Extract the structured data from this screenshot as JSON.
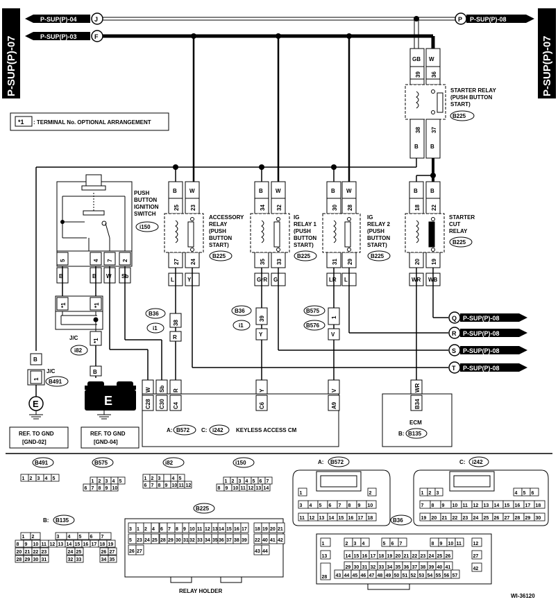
{
  "side_label": "P-SUP(P)-07",
  "top_wires": {
    "j_name": "P-SUP(P)-04",
    "j_circle": "J",
    "f_name": "P-SUP(P)-03",
    "f_circle": "F",
    "p_name": "P-SUP(P)-08",
    "p_circle": "P"
  },
  "note": {
    "mark": "*1",
    "text": ": TERMINAL No. OPTIONAL ARRANGEMENT"
  },
  "starter_relay": {
    "line1": "STARTER RELAY",
    "line2": "(PUSH BUTTON",
    "line3": "START)",
    "conn": "B225",
    "pins": [
      "39",
      "36",
      "38",
      "37"
    ],
    "wires_top": [
      "GB",
      "W"
    ],
    "wires_bot": [
      "B",
      "B"
    ]
  },
  "starter_cut": {
    "line1": "STARTER",
    "line2": "CUT",
    "line3": "RELAY",
    "conn": "B225",
    "pins": [
      "18",
      "22",
      "20",
      "19"
    ],
    "wires_top": [
      "B",
      "B"
    ],
    "wires_bot": [
      "WR",
      "WB"
    ]
  },
  "accessory_relay": {
    "line1": "ACCESSORY",
    "line2": "RELAY",
    "line3": "(PUSH",
    "line4": "BUTTON",
    "line5": "START)",
    "conn": "B225",
    "pins": [
      "25",
      "23",
      "27",
      "24"
    ],
    "wires_top": [
      "B",
      "W"
    ],
    "wires_bot": [
      "L",
      "Y"
    ]
  },
  "ig_relay1": {
    "line1": "IG",
    "line2": "RELAY 1",
    "line3": "(PUSH",
    "line4": "BUTTON",
    "line5": "START)",
    "conn": "B225",
    "pins": [
      "34",
      "32",
      "35",
      "33"
    ],
    "wires_top": [
      "B",
      "W"
    ],
    "wires_bot": [
      "GrR",
      "G"
    ]
  },
  "ig_relay2": {
    "line1": "IG",
    "line2": "RELAY 2",
    "line3": "(PUSH",
    "line4": "BUTTON",
    "line5": "START)",
    "conn": "B225",
    "pins": [
      "30",
      "28",
      "31",
      "29"
    ],
    "wires_top": [
      "B",
      "W"
    ],
    "wires_bot": [
      "LR",
      "L"
    ]
  },
  "push_switch": {
    "line1": "PUSH",
    "line2": "BUTTON",
    "line3": "IGNITION",
    "line4": "SWITCH",
    "conn": "i150",
    "pins": [
      "5",
      "4",
      "7",
      "2"
    ],
    "wires": [
      "B",
      "B",
      "W",
      "Sb"
    ]
  },
  "jc_left": {
    "label": "J/C",
    "conn": "B491",
    "pin": "1",
    "wire": "B",
    "ground": "E",
    "ref1": "REF. TO GND",
    "ref2": "[GND-02]"
  },
  "jc_mid": {
    "label": "J/C",
    "conn": "i82",
    "mark": "*1",
    "wire": "B",
    "ground": "E",
    "ref1": "REF. TO GND",
    "ref2": "[GND-04]"
  },
  "joint_b36a": {
    "conn1": "B36",
    "conn2": "i1",
    "pin": "38",
    "wire": "R"
  },
  "joint_b36b": {
    "conn1": "B36",
    "conn2": "i1",
    "pin": "39",
    "wire": "Y"
  },
  "joint_b575": {
    "conn1": "B575",
    "conn2": "B576",
    "pin": "1",
    "wire": "V"
  },
  "right_refs": [
    {
      "circle": "Q",
      "name": "P-SUP(P)-08"
    },
    {
      "circle": "R",
      "name": "P-SUP(P)-08"
    },
    {
      "circle": "S",
      "name": "P-SUP(P)-08"
    },
    {
      "circle": "T",
      "name": "P-SUP(P)-08"
    }
  ],
  "keyless": {
    "pins": [
      "C28",
      "C30",
      "C4",
      "C6",
      "A9"
    ],
    "wires": [
      "W",
      "Sb",
      "R",
      "Y",
      "V"
    ],
    "title_a": "A:",
    "conn_a": "B572",
    "title_c": "C:",
    "conn_c": "i242",
    "name": "KEYLESS ACCESS CM"
  },
  "ecm": {
    "pin": "B34",
    "wire": "WR",
    "name": "ECM",
    "prefix": "B:",
    "conn": "B135"
  },
  "connector_views": {
    "b491": {
      "name": "B491",
      "pins": [
        "1",
        "2",
        "3",
        "4",
        "5"
      ]
    },
    "b575": {
      "name": "B575",
      "row1": [
        "1",
        "2",
        "3",
        "4",
        "5"
      ],
      "row2": [
        "6",
        "7",
        "8",
        "9",
        "10"
      ]
    },
    "i82": {
      "name": "i82",
      "row1": [
        "1",
        "2",
        "3",
        "",
        "4",
        "5"
      ],
      "row2": [
        "6",
        "7",
        "8",
        "9",
        "10",
        "11",
        "12"
      ]
    },
    "i150": {
      "name": "i150",
      "row1": [
        "1",
        "2",
        "3",
        "4",
        "5",
        "6",
        "7"
      ],
      "row2": [
        "8",
        "9",
        "10",
        "11",
        "12",
        "13",
        "14"
      ]
    },
    "b572": {
      "prefix": "A:",
      "name": "B572",
      "row1": [
        "1",
        "2"
      ],
      "row2": [
        "3",
        "4",
        "5",
        "6",
        "7",
        "8",
        "9",
        "10"
      ],
      "row3": [
        "11",
        "12",
        "13",
        "14",
        "15",
        "16",
        "17",
        "18"
      ]
    },
    "i242": {
      "prefix": "C:",
      "name": "i242",
      "row1": [
        "1",
        "2",
        "3",
        "4",
        "5",
        "6"
      ],
      "row2": [
        "7",
        "8",
        "9",
        "10",
        "11",
        "12",
        "13",
        "14",
        "15",
        "16",
        "17",
        "18"
      ],
      "row3": [
        "19",
        "20",
        "21",
        "22",
        "23",
        "24",
        "25",
        "26",
        "27",
        "28",
        "29",
        "30"
      ]
    },
    "b135": {
      "prefix": "B:",
      "name": "B135",
      "rows": [
        [
          "1",
          "2",
          "",
          "3",
          "4",
          "5",
          "6",
          "7"
        ],
        [
          "8",
          "9",
          "10",
          "11",
          "12",
          "13",
          "14",
          "15",
          "16",
          "17",
          "18",
          "19"
        ],
        [
          "20",
          "21",
          "22",
          "23",
          "",
          "24",
          "25",
          "",
          "26",
          "27"
        ],
        [
          "28",
          "29",
          "30",
          "31",
          "",
          "32",
          "33",
          "",
          "34",
          "35"
        ]
      ]
    },
    "b225": {
      "name": "B225",
      "caption": "RELAY HOLDER",
      "groups": [
        [
          "3",
          "1",
          "2",
          "4",
          "5",
          "23",
          "24",
          "25",
          "26",
          "27"
        ],
        [
          "6",
          "7",
          "8",
          "9",
          "28",
          "29",
          "30",
          "31"
        ],
        [
          "10",
          "11",
          "12",
          "13",
          "32",
          "33",
          "34",
          "35"
        ],
        [
          "14",
          "15",
          "16",
          "17",
          "36",
          "37",
          "38",
          "39"
        ],
        [
          "18",
          "19",
          "20",
          "21",
          "22",
          "40",
          "41",
          "42",
          "43",
          "44"
        ]
      ]
    },
    "b36": {
      "name": "B36",
      "rows": [
        [
          "1",
          "2",
          "3",
          "4",
          "5",
          "6",
          "7",
          "8",
          "9",
          "10",
          "11",
          "12"
        ],
        [
          "13",
          "14",
          "15",
          "16",
          "17",
          "18",
          "19",
          "20",
          "21",
          "22",
          "23",
          "24",
          "25",
          "26",
          "27"
        ],
        [
          "28",
          "29",
          "30",
          "31",
          "32",
          "33",
          "34",
          "35",
          "36",
          "37",
          "38",
          "39",
          "40",
          "41",
          "42"
        ],
        [
          "43",
          "44",
          "45",
          "46",
          "47",
          "48",
          "49",
          "50",
          "51",
          "52",
          "53",
          "54",
          "55",
          "56",
          "57"
        ]
      ]
    }
  },
  "diagram_id": "WI-36120"
}
